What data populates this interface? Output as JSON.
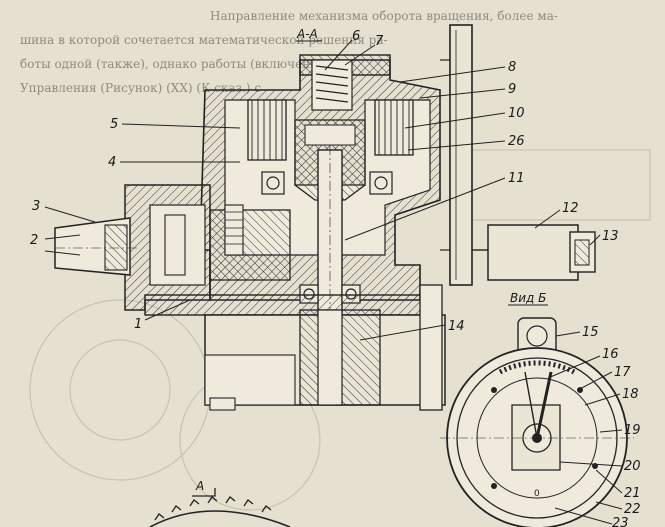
{
  "section_labels": {
    "section_aa": "А-А",
    "view_b": "Вид Б",
    "cut_a": "А"
  },
  "callouts": [
    "1",
    "2",
    "3",
    "4",
    "5",
    "6",
    "7",
    "8",
    "9",
    "10",
    "26",
    "11",
    "12",
    "13",
    "14",
    "15",
    "16",
    "17",
    "18",
    "19",
    "20",
    "21",
    "22",
    "23"
  ],
  "dial_zero": "0",
  "background_text": [
    "Направление механизма оборота вращения, более ма-",
    "шина в которой сочетается математической решения ра-",
    "боты одной (также), однако работы (включение) и",
    "Управления (Рисунок) (ХХ) (К сказ.) с"
  ]
}
